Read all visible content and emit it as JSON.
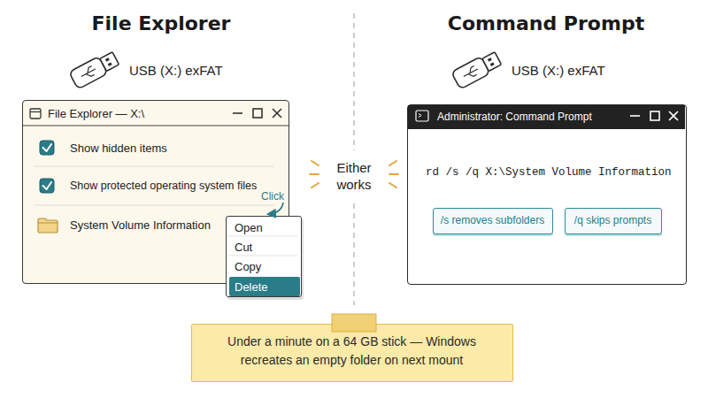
{
  "diagram": {
    "nodes": [
      {
        "text": [
          "File Explorer — X:\\"
        ]
      },
      {
        "text": [
          "Open",
          "Cut",
          "Copy"
        ],
        "in": 0
      },
      {
        "text": [
          "Delete"
        ],
        "in": 1
      },
      {
        "text": [
          "Administrator: Command Prompt",
          "rd /s /q X:\\System Volume Information"
        ]
      },
      {
        "text": [
          "/s removes subfolders"
        ],
        "in": 3
      },
      {
        "text": [
          "/q skips prompts"
        ],
        "in": 3
      },
      {
        "text": [
          "Under a minute on a 64 GB stick — Windows recreates an empty folder on next mount"
        ]
      }
    ],
    "labels": [
      "File Explorer",
      "USB (X:) exFAT",
      "Show hidden items",
      "Show protected operating system files",
      "System Volume Information",
      "Click",
      "Either works",
      "Command Prompt",
      "USB (X:) exFAT"
    ]
  }
}
